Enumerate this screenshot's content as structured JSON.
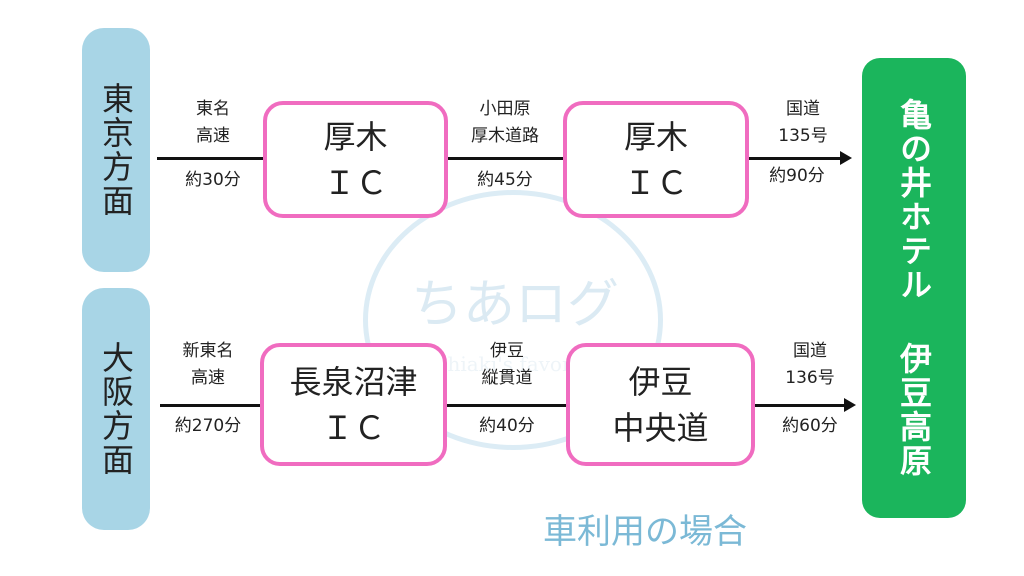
{
  "origins": {
    "tokyo": "東京方面",
    "osaka": "大阪方面"
  },
  "destination": "亀の井ホテル 伊豆高原",
  "routes": [
    {
      "segments": [
        {
          "road": [
            "東名",
            "高速"
          ],
          "time": "約30分"
        },
        {
          "road": [
            "小田原",
            "厚木道路"
          ],
          "time": "約45分"
        },
        {
          "road": [
            "国道",
            "135号"
          ],
          "time": "約90分"
        }
      ],
      "nodes": [
        [
          "厚木",
          "ＩＣ"
        ],
        [
          "厚木",
          "ＩＣ"
        ]
      ]
    },
    {
      "segments": [
        {
          "road": [
            "新東名",
            "高速"
          ],
          "time": "約270分"
        },
        {
          "road": [
            "伊豆",
            "縦貫道"
          ],
          "time": "約40分"
        },
        {
          "road": [
            "国道",
            "136号"
          ],
          "time": "約60分"
        }
      ],
      "nodes": [
        [
          "長泉沼津",
          "ＩＣ"
        ],
        [
          "伊豆",
          "中央道"
        ]
      ]
    }
  ],
  "caption": "車利用の場合",
  "watermark": {
    "title": "ちあログ",
    "subtitle": "Chiaki's favorite"
  },
  "colors": {
    "origin": "#a8d5e6",
    "destination": "#1bb55c",
    "node_border": "#f06cc0",
    "caption": "#7bb9d6"
  }
}
